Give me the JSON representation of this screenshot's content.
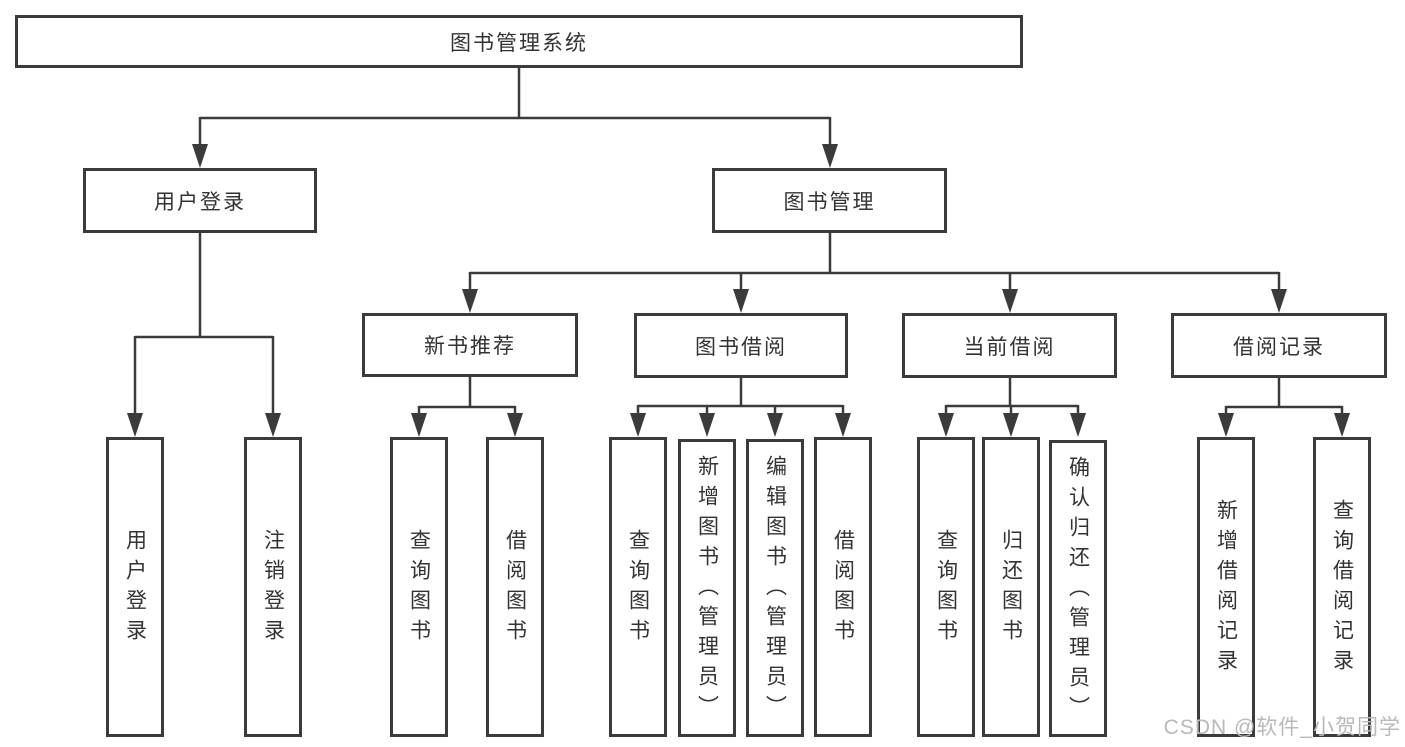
{
  "colors": {
    "line": "#3b3b3b",
    "box_border": "#3b3b3b",
    "text": "#333333",
    "background": "#ffffff",
    "watermark": "#b9b9b9"
  },
  "watermark": {
    "text": "CSDN @软件_小贺同学"
  },
  "tree": {
    "root": {
      "label": "图书管理系统",
      "children": [
        {
          "label": "用户登录",
          "children": [
            {
              "label": "用户登录"
            },
            {
              "label": "注销登录"
            }
          ]
        },
        {
          "label": "图书管理",
          "children": [
            {
              "label": "新书推荐",
              "children": [
                {
                  "label": "查询图书"
                },
                {
                  "label": "借阅图书"
                }
              ]
            },
            {
              "label": "图书借阅",
              "children": [
                {
                  "label": "查询图书"
                },
                {
                  "label": "新增图书（管理员）"
                },
                {
                  "label": "编辑图书（管理员）"
                },
                {
                  "label": "借阅图书"
                }
              ]
            },
            {
              "label": "当前借阅",
              "children": [
                {
                  "label": "查询图书"
                },
                {
                  "label": "归还图书"
                },
                {
                  "label": "确认归还（管理员）"
                }
              ]
            },
            {
              "label": "借阅记录",
              "children": [
                {
                  "label": "新增借阅记录"
                },
                {
                  "label": "查询借阅记录"
                }
              ]
            }
          ]
        }
      ]
    }
  }
}
